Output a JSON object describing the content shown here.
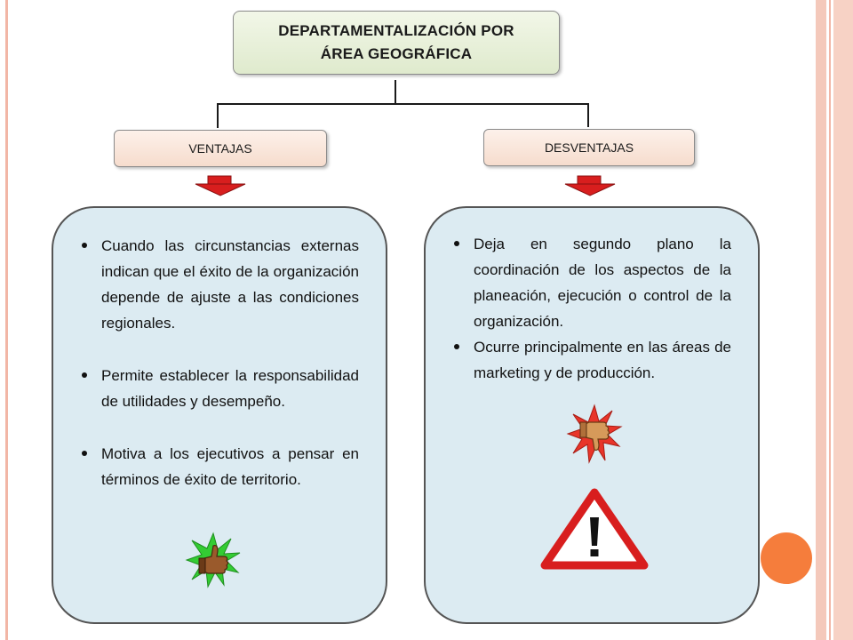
{
  "title": "DEPARTAMENTALIZACIÓN POR\nÁREA GEOGRÁFICA",
  "ventajas": {
    "label": "VENTAJAS",
    "items": [
      "Cuando las circunstancias externas indican que el éxito de la organización depende de ajuste a las condiciones regionales.",
      "Permite establecer la responsabilidad de utilidades y desempeño.",
      "Motiva a los ejecutivos a pensar en términos de éxito de territorio."
    ],
    "icon": "thumbs-up-icon"
  },
  "desventajas": {
    "label": "DESVENTAJAS",
    "items": [
      "Deja en segundo plano la coordinación de los aspectos de la planeación, ejecución o control de la organización.",
      "Ocurre principalmente en las áreas de marketing y de producción."
    ],
    "icons": [
      "thumbs-down-icon",
      "warning-icon"
    ]
  },
  "colors": {
    "title_fill": "#e6efd8",
    "label_fill": "#f9e3d7",
    "panel_fill": "#dcebf2",
    "arrow": "#d81e1e",
    "accent_dot": "#f57d3c",
    "frame": "#f4c9bb"
  }
}
